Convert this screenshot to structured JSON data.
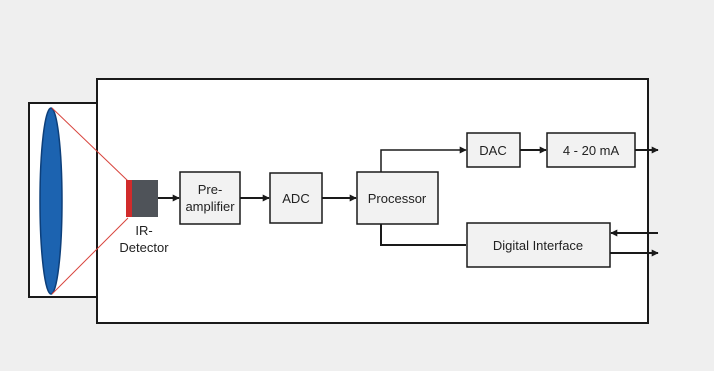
{
  "colors": {
    "background": "#efefef",
    "frame_fill": "#ffffff",
    "box_fill": "#f2f2f2",
    "stroke": "#1a1a1a",
    "lens_fill": "#1c63b0",
    "lens_edge": "#0d3f7a",
    "ray": "#d8453e",
    "detector_body": "#4f5359",
    "detector_face": "#d12b2b"
  },
  "blocks": {
    "ir_detector": {
      "line1": "IR-",
      "line2": "Detector"
    },
    "preamplifier": {
      "line1": "Pre-",
      "line2": "amplifier"
    },
    "adc": "ADC",
    "processor": "Processor",
    "dac": "DAC",
    "current_output": "4 - 20 mA",
    "digital_interface": "Digital Interface"
  }
}
